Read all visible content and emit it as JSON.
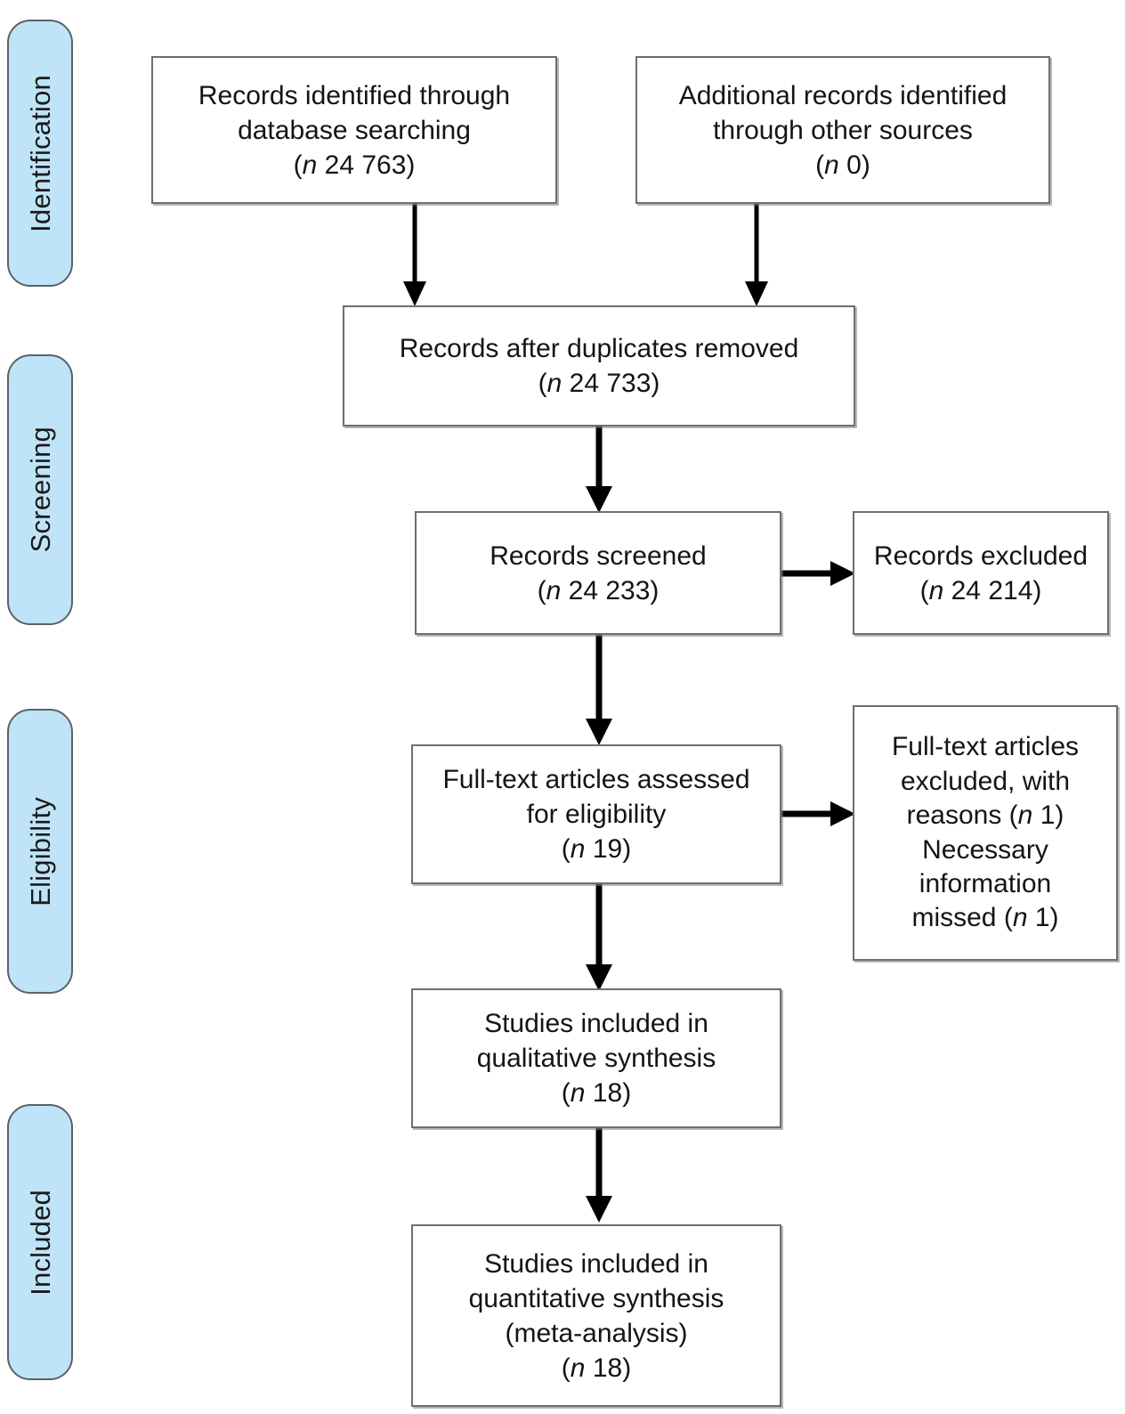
{
  "diagram": {
    "type": "prisma-flow-diagram",
    "stages": [
      {
        "id": "identification",
        "label": "Identification"
      },
      {
        "id": "screening",
        "label": "Screening"
      },
      {
        "id": "eligibility",
        "label": "Eligibility"
      },
      {
        "id": "included",
        "label": "Included"
      }
    ],
    "boxes": [
      {
        "id": "records-identified-database",
        "stage": "identification",
        "lines": [
          "Records identified through",
          "database searching",
          "(n 24 763)"
        ],
        "n_label": "n",
        "n_value": "24 763"
      },
      {
        "id": "additional-records-other-sources",
        "stage": "identification",
        "lines": [
          "Additional records identified",
          "through other sources",
          "(n  0)"
        ],
        "n_label": "n",
        "n_value": "0"
      },
      {
        "id": "records-after-duplicates-removed",
        "stage": "screening",
        "lines": [
          "Records after duplicates removed",
          "(n 24 733)"
        ],
        "n_label": "n",
        "n_value": "24 733"
      },
      {
        "id": "records-screened",
        "stage": "screening",
        "lines": [
          "Records screened",
          "(n 24 233)"
        ],
        "n_label": "n",
        "n_value": "24 233"
      },
      {
        "id": "records-excluded",
        "stage": "screening",
        "lines": [
          "Records excluded",
          "(n 24 214)"
        ],
        "n_label": "n",
        "n_value": "24 214"
      },
      {
        "id": "full-text-assessed",
        "stage": "eligibility",
        "lines": [
          "Full-text articles assessed",
          "for eligibility",
          "(n 19)"
        ],
        "n_label": "n",
        "n_value": "19"
      },
      {
        "id": "full-text-excluded",
        "stage": "eligibility",
        "lines": [
          "Full-text articles",
          "excluded, with",
          "reasons (n 1)",
          "Necessary",
          "information",
          "missed (n 1)"
        ],
        "n_label": "n",
        "n_value": "1"
      },
      {
        "id": "studies-qualitative",
        "stage": "included",
        "lines": [
          "Studies included in",
          "qualitative synthesis",
          "(n 18)"
        ],
        "n_label": "n",
        "n_value": "18"
      },
      {
        "id": "studies-quantitative",
        "stage": "included",
        "lines": [
          "Studies included in",
          "quantitative synthesis",
          "(meta-analysis)",
          "(n 18)"
        ],
        "n_label": "n",
        "n_value": "18"
      }
    ],
    "connectors": [
      {
        "id": "db-to-dedup",
        "from": "records-identified-database",
        "to": "records-after-duplicates-removed",
        "direction": "down"
      },
      {
        "id": "other-to-dedup",
        "from": "additional-records-other-sources",
        "to": "records-after-duplicates-removed",
        "direction": "down"
      },
      {
        "id": "dedup-to-screened",
        "from": "records-after-duplicates-removed",
        "to": "records-screened",
        "direction": "down"
      },
      {
        "id": "screened-to-excluded",
        "from": "records-screened",
        "to": "records-excluded",
        "direction": "right"
      },
      {
        "id": "screened-to-fulltext",
        "from": "records-screened",
        "to": "full-text-assessed",
        "direction": "down"
      },
      {
        "id": "fulltext-to-excluded",
        "from": "full-text-assessed",
        "to": "full-text-excluded",
        "direction": "right"
      },
      {
        "id": "fulltext-to-qualitative",
        "from": "full-text-assessed",
        "to": "studies-qualitative",
        "direction": "down"
      },
      {
        "id": "qualitative-to-quantitative",
        "from": "studies-qualitative",
        "to": "studies-quantitative",
        "direction": "down"
      }
    ],
    "colors": {
      "stage_fill": "#bfe4f8",
      "stage_border": "#5a6268",
      "box_border": "#6a6f75",
      "box_fill": "#ffffff",
      "text": "#141414",
      "arrow": "#000000"
    }
  }
}
